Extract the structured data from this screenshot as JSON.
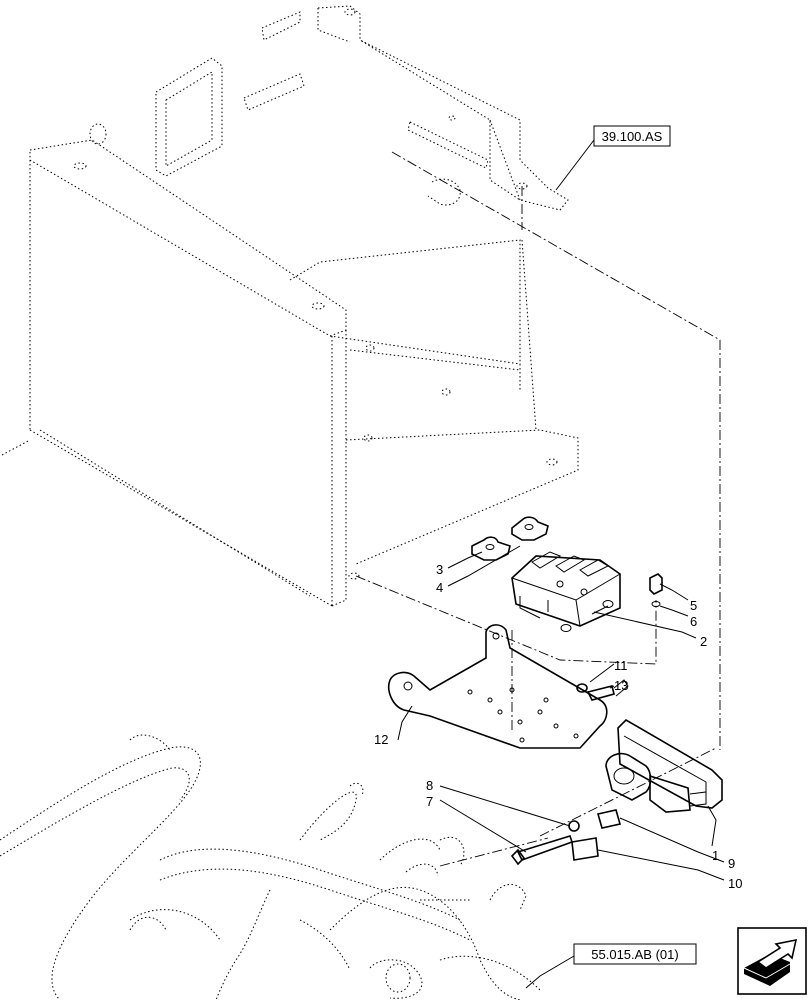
{
  "diagram": {
    "callouts": [
      {
        "id": "c1",
        "label": "1"
      },
      {
        "id": "c2",
        "label": "2"
      },
      {
        "id": "c3",
        "label": "3"
      },
      {
        "id": "c4",
        "label": "4"
      },
      {
        "id": "c5",
        "label": "5"
      },
      {
        "id": "c6",
        "label": "6"
      },
      {
        "id": "c7",
        "label": "7"
      },
      {
        "id": "c8",
        "label": "8"
      },
      {
        "id": "c9",
        "label": "9"
      },
      {
        "id": "c10",
        "label": "10"
      },
      {
        "id": "c11",
        "label": "11"
      },
      {
        "id": "c12",
        "label": "12"
      },
      {
        "id": "c13",
        "label": "13"
      }
    ],
    "references": [
      {
        "id": "r1",
        "label": "39.100.AS"
      },
      {
        "id": "r2",
        "label": "55.015.AB (01)"
      }
    ],
    "nav_icon": "arrow-icon"
  }
}
